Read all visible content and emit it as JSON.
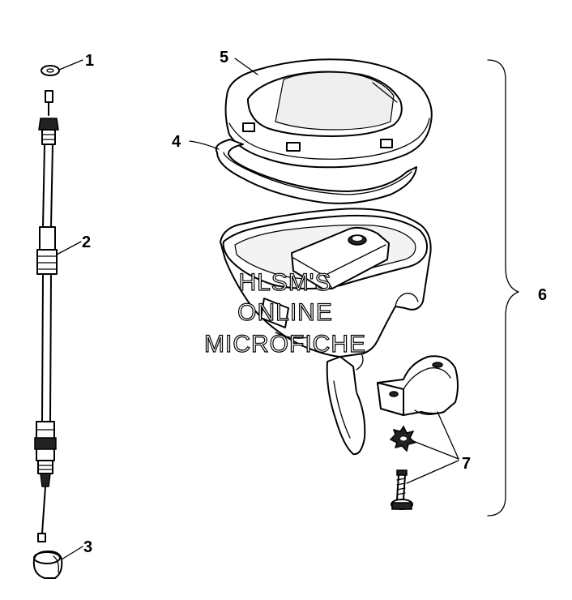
{
  "callouts": {
    "c1": "1",
    "c2": "2",
    "c3": "3",
    "c4": "4",
    "c5": "5",
    "c6": "6",
    "c7": "7"
  },
  "watermark": {
    "line1": "HLSM'S",
    "line2": "ONLINE",
    "line3": "MICROFICHE"
  }
}
